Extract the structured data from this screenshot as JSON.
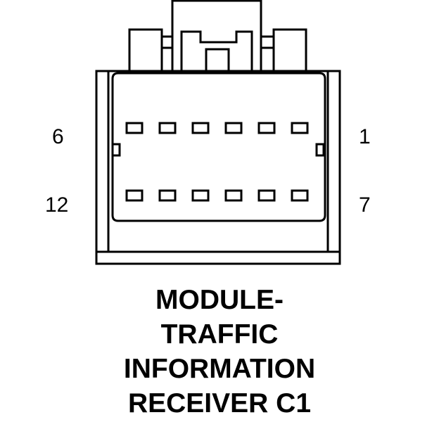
{
  "pin_labels": {
    "top_left": "6",
    "top_right": "1",
    "bottom_left": "12",
    "bottom_right": "7"
  },
  "caption": {
    "line1": "MODULE-",
    "line2": "TRAFFIC",
    "line3": "INFORMATION",
    "line4": "RECEIVER C1"
  },
  "colors": {
    "stroke": "#000000",
    "background": "#ffffff"
  },
  "connector": {
    "cavity_rows": 2,
    "cavities_per_row": 6
  }
}
